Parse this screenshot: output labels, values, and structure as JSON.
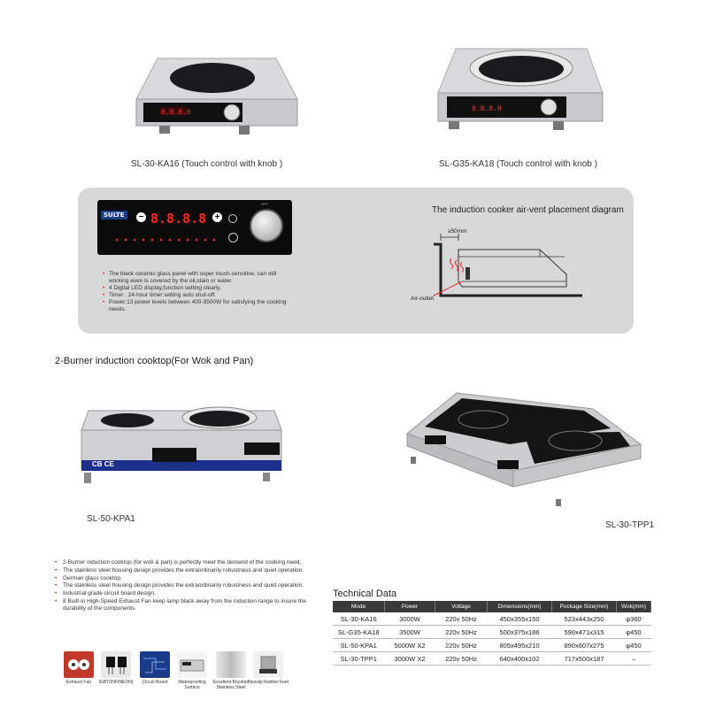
{
  "products_top": [
    {
      "model_caption": "SL-30-KA16 (Touch control with knob )"
    },
    {
      "model_caption": "SL-G35-KA18 (Touch control with knob )"
    }
  ],
  "control_panel": {
    "brand": "SULTE",
    "display": "8.8.8.8",
    "knob_label": "OFF"
  },
  "panel_bullets": [
    "The black ceramic glass panel with super touch-sensitive, can still working even is covered by the oil,stain or water.",
    "4 Digital LED display,function setting clearly.",
    "Timer : 24-hour timer setting auto shut-off.",
    "Power:13 power levels between 400-3500W for satisfying the cooking needs."
  ],
  "diagram": {
    "title": "The induction cooker air-vent placement diagram",
    "clearance": "≥50mm",
    "air_outlet": "Air-outlet"
  },
  "section_title": "2-Burner induction cooktop(For Wok and Pan)",
  "products_bottom": [
    {
      "model_caption": "SL-50-KPA1",
      "badge": "CB CE"
    },
    {
      "model_caption": "SL-30-TPP1"
    }
  ],
  "bullets": [
    "2-Burner induction cooktop (for wok & pan) is perfectly meet the demand of the cooking need.",
    "The stainless steel housing design provides the extraordinarily robustness and quiet operation.",
    "German glass cooktop.",
    "The stainless steel housing design provides the extraordinarily robustness and quiet operation.",
    "Industrial grade circuit board design.",
    "8 Built-in High-Speed Exhaust Fan keep lamp black away from the induction range to insure the durability of the components."
  ],
  "features": [
    {
      "label": "Exhaust Fan",
      "icon": "fan-icon",
      "color": "#c0392b"
    },
    {
      "label": "IGBT(INFINEON)",
      "icon": "chip-icon",
      "color": "#e8e8e8"
    },
    {
      "label": "Circuit Board",
      "icon": "circuit-icon",
      "color": "#1a3a8a"
    },
    {
      "label": "Waterproofing Surface",
      "icon": "cooker-icon",
      "color": "#dcdcdc"
    },
    {
      "label": "Excellent Brushed Stainless Steel",
      "icon": "steel-icon",
      "color": "#cfcfcf"
    },
    {
      "label": "Nonslip Rubber Feet",
      "icon": "foot-icon",
      "color": "#d6d6d6"
    }
  ],
  "table": {
    "title": "Technical Data",
    "headers": [
      "Mode",
      "Power",
      "Voltage",
      "Dimensions(mm)",
      "Pockage Size(mm)",
      "Wok(mm)"
    ],
    "rows": [
      [
        "SL-30-KA16",
        "3000W",
        "220v  50Hz",
        "450x355x150",
        "523x443x250",
        "φ360"
      ],
      [
        "SL-G35-KA18",
        "3500W",
        "220v  50Hz",
        "500x375x186",
        "590x471x315",
        "φ450"
      ],
      [
        "SL-50-KPA1",
        "5000W  X2",
        "220v  50Hz",
        "805x495x210",
        "890x607x275",
        "φ450"
      ],
      [
        "SL-30-TPP1",
        "3000W  X2",
        "220v  50Hz",
        "640x400x102",
        "717x500x187",
        "–"
      ]
    ]
  }
}
